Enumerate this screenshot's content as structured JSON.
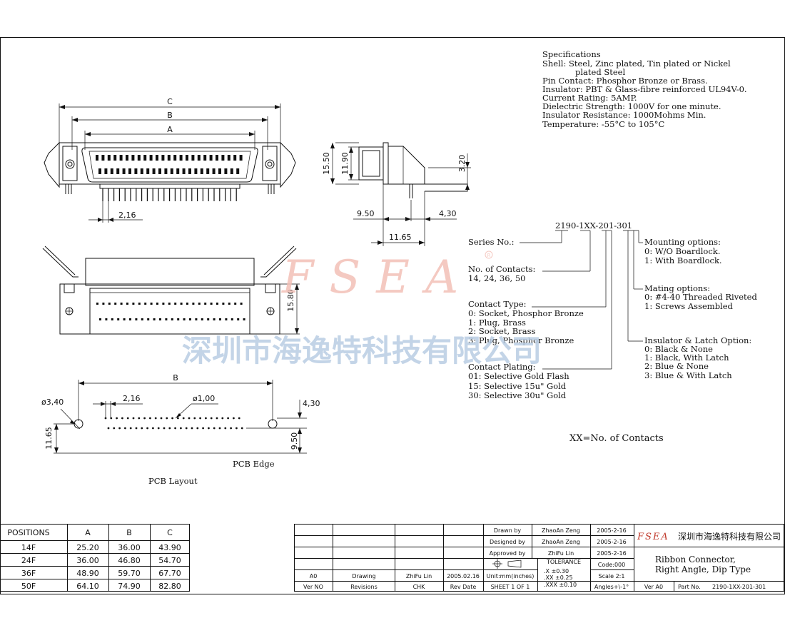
{
  "specifications": {
    "title": "Specifications",
    "lines": [
      "Shell: Steel, Zinc plated, Tin plated or Nickel",
      "        plated Steel",
      "Pin Contact: Phosphor Bronze or Brass.",
      "Insulator: PBT & Glass-fibre reinforced UL94V-0.",
      "Current Rating: 5AMP.",
      "Dielectric Strength: 1000V for one minute.",
      "Insulator Resistance: 1000Mohms Min.",
      "Temperature: -55°C to 105°C"
    ]
  },
  "front_view": {
    "dim_c": "C",
    "dim_b": "B",
    "dim_a": "A",
    "dim_pitch": "2,16",
    "dim_height": "15.80"
  },
  "side_view": {
    "dim_total_height": "15.50",
    "dim_body_height": "11.90",
    "dim_pin": "3.20",
    "dim_depth": "9.50",
    "dim_offset": "4,30",
    "dim_row": "11.65"
  },
  "pcb_layout": {
    "dim_b": "B",
    "dim_hole_large": "ø3,40",
    "dim_pitch": "2,16",
    "dim_hole_small": "ø1,00",
    "dim_edge_offset": "4,30",
    "dim_row_height": "11.65",
    "dim_edge_depth": "9.50",
    "label_edge": "PCB Edge",
    "label_title": "PCB Layout"
  },
  "part_number": {
    "code": "2190-1XX-201-301",
    "series_label": "Series No.:",
    "contacts_label": "No. of Contacts:",
    "contacts_values": "14, 24, 36, 50",
    "contact_type_label": "Contact Type:",
    "contact_type_options": [
      "0: Socket, Phosphor Bronze",
      "1: Plug, Brass",
      "2: Socket, Brass",
      "3: Plug, Phosphor Bronze"
    ],
    "plating_label": "Contact Plating:",
    "plating_options": [
      "01: Selective Gold Flash",
      "15: Selective 15u\" Gold",
      "30: Selective 30u\" Gold"
    ],
    "mounting_label": "Mounting options:",
    "mounting_options": [
      "0: W/O Boardlock.",
      "1: With Boardlock."
    ],
    "mating_label": "Mating options:",
    "mating_options": [
      "0: #4-40 Threaded Riveted",
      "1: Screws Assembled"
    ],
    "insulator_label": "Insulator & Latch Option:",
    "insulator_options": [
      "0: Black & None",
      "1: Black, With Latch",
      "2: Blue & None",
      "3: Blue & With Latch"
    ],
    "xx_note": "XX=No. of Contacts"
  },
  "watermark": {
    "latin": "FSEA",
    "registered": "R",
    "chinese": "深圳市海逸特科技有限公司"
  },
  "positions_table": {
    "headers": [
      "POSITIONS",
      "A",
      "B",
      "C"
    ],
    "rows": [
      [
        "14F",
        "25.20",
        "36.00",
        "43.90"
      ],
      [
        "24F",
        "36.00",
        "46.80",
        "54.70"
      ],
      [
        "36F",
        "48.90",
        "59.70",
        "67.70"
      ],
      [
        "50F",
        "64.10",
        "74.90",
        "82.80"
      ]
    ]
  },
  "title_block": {
    "drawn_label": "Drawn  by",
    "drawn_name": "ZhaoAn Zeng",
    "drawn_date": "2005-2-16",
    "designed_label": "Designed by",
    "designed_name": "ZhaoAn Zeng",
    "designed_date": "2005-2-16",
    "approved_label": "Approved by",
    "approved_name": "ZhiFu Lin",
    "approved_date": "2005-2-16",
    "rev_ver": "A0",
    "rev_desc": "Drawing",
    "rev_chk": "ZhiFu Lin",
    "rev_date": "2005.02.16",
    "units": "Unit:mm(inches)",
    "sheet": "SHEET 1 OF 1",
    "hdr_ver": "Ver NO",
    "hdr_rev": "Revisions",
    "hdr_chk": "CHK",
    "hdr_date": "Rev Date",
    "tolerance_label": "TOLERANCE",
    "tol_rows": [
      ".X    ±0.30",
      ".XX    ±0.25",
      ".XXX  ±0.10"
    ],
    "code": "Code:000",
    "scale": "Scale 2:1",
    "angles": "Angles+\\-1°",
    "company_logo": "FSEA",
    "company_name": "深圳市海逸特科技有限公司",
    "title_line1": "Ribbon Connector,",
    "title_line2": "Right Angle, Dip Type",
    "ver": "Ver A0",
    "part_label": "Part No.",
    "part_no": "2190-1XX-201-301"
  }
}
